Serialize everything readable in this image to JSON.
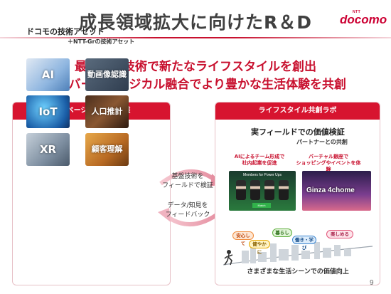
{
  "slide": {
    "title": "成長領域拡大に向けたR＆D",
    "headline_1": "最先端の技術で新たなライフスタイルを創出",
    "headline_2": "サイバー・フィジカル融合でより豊かな生活体験を共創",
    "page_number": "9"
  },
  "logo": {
    "brand": "docomo",
    "small": "NTT"
  },
  "left_panel": {
    "header": "イノベーション共創基盤",
    "title": "ドコモの技術アセット",
    "subtitle": "＋NTT-Grの技術アセット",
    "tiles": {
      "ai": "AI",
      "image": "動画像認識",
      "iot": "IoT",
      "population": "人口推計",
      "xr": "XR",
      "customer": "顧客理解"
    }
  },
  "middle": {
    "to_right": "基盤技術を\nフィールドで検証",
    "to_left": "データ/知見を\nフィードバック"
  },
  "right_panel": {
    "header": "ライフスタイル共創ラボ",
    "title": "実フィールドでの価値検証",
    "subtitle": "パートナーとの共創",
    "caption_a": "AIによるチーム形成で\n社内起業を促進",
    "caption_b": "バーチャル銀座で\nショッピングやイベントを体験",
    "photo_a_text": "Members for Power Ups",
    "photo_a_badge": "Match",
    "photo_b_text": "Ginza 4chome",
    "bubbles": [
      "安心して",
      "健やかに",
      "暮らし",
      "働き・学び",
      "楽しめる"
    ],
    "scene_caption": "さまざまな生活シーンでの価値向上"
  },
  "colors": {
    "brand_red": "#c8102e",
    "header_red": "#d7142f"
  }
}
